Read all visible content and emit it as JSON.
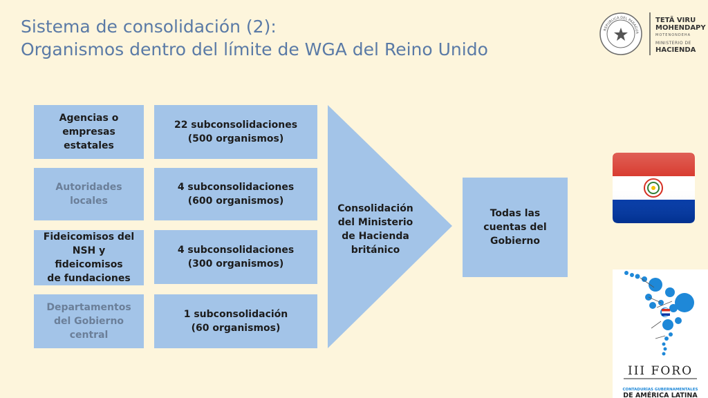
{
  "title": {
    "line1": "Sistema de consolidación (2):",
    "line2": "Organismos dentro del límite de WGA del Reino Unido"
  },
  "left_boxes": [
    {
      "label": "Agencias o\nempresas estatales"
    },
    {
      "label": "Autoridades\nlocales"
    },
    {
      "label": "Fideicomisos del\nNSH y\nfideicomisos\nde fundaciones"
    },
    {
      "label": "Departamentos\ndel Gobierno\ncentral"
    }
  ],
  "mid_boxes": [
    {
      "label": "22 subconsolidaciones\n(500 organismos)"
    },
    {
      "label": "4 subconsolidaciones\n(600 organismos)"
    },
    {
      "label": "4 subconsolidaciones\n(300 organismos)"
    },
    {
      "label": "1 subconsolidación\n(60 organismos)"
    }
  ],
  "arrow": {
    "label": "Consolidación\ndel Ministerio\nde Hacienda\nbritánico"
  },
  "result_box": {
    "label": "Todas las\ncuentas del\nGobierno"
  },
  "logo_ministry": {
    "line1": "TETÃ VIRU",
    "line2": "MOHENDAPY",
    "line3": "MOTENONDEHA",
    "line4": "MINISTERIO DE",
    "line5": "HACIENDA",
    "seal_text": "REPUBLICA DEL PARAGUAY"
  },
  "foro": {
    "title": "III FORO",
    "sub1": "CONTADURÍAS GUBERNAMENTALES",
    "sub2": "DE AMÉRICA LATINA"
  },
  "colors": {
    "background": "#fdf5dc",
    "box": "#a3c4e8",
    "title": "#5a7aa6",
    "flag_red": "#d52b1e",
    "flag_blue": "#0038a8",
    "foro_blue": "#1e88d8"
  }
}
